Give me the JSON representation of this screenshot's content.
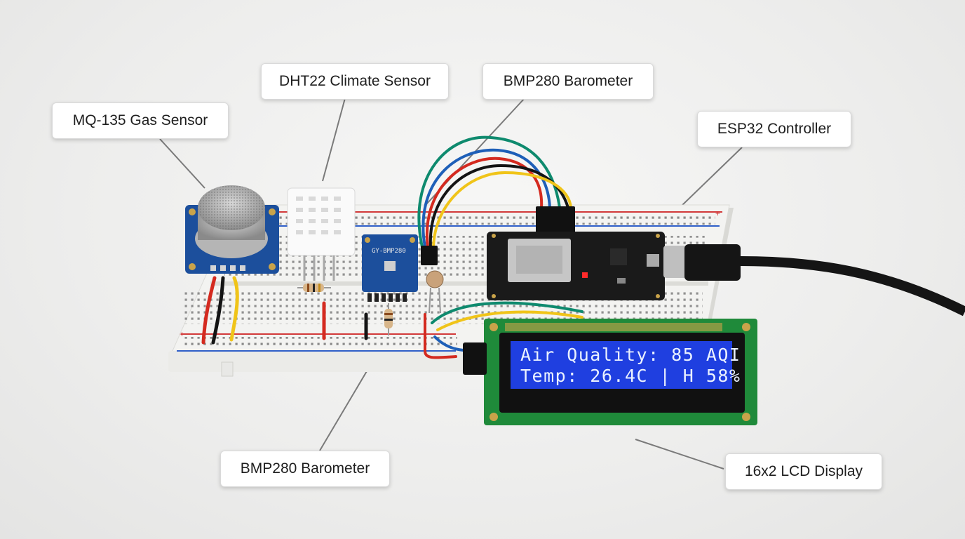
{
  "labels": {
    "mq135": "MQ-135 Gas Sensor",
    "dht22": "DHT22 Climate Sensor",
    "bmp280_top": "BMP280 Barometer",
    "esp32": "ESP32 Controller",
    "bmp280_bottom": "BMP280 Barometer",
    "lcd": "16x2 LCD Display"
  },
  "lcd": {
    "line1": "Air Quality: 85 AQI",
    "line2": "Temp: 26.4C | H 58%",
    "backlight_color": "#1f3fe0"
  },
  "module_text": {
    "bmp_chip": "GY-BMP280"
  },
  "colors": {
    "breadboard": "#f4f4f2",
    "rail_red": "#d23a3a",
    "rail_blue": "#2f5fc8",
    "pcb_blue": "#1c4f9c",
    "pcb_green": "#1f8a3a",
    "esp_board": "#1a1a1a",
    "wire_red": "#d42a1f",
    "wire_yellow": "#f0c419",
    "wire_green": "#0e8a6e",
    "wire_blue": "#1e5fb8",
    "wire_black": "#141414"
  }
}
